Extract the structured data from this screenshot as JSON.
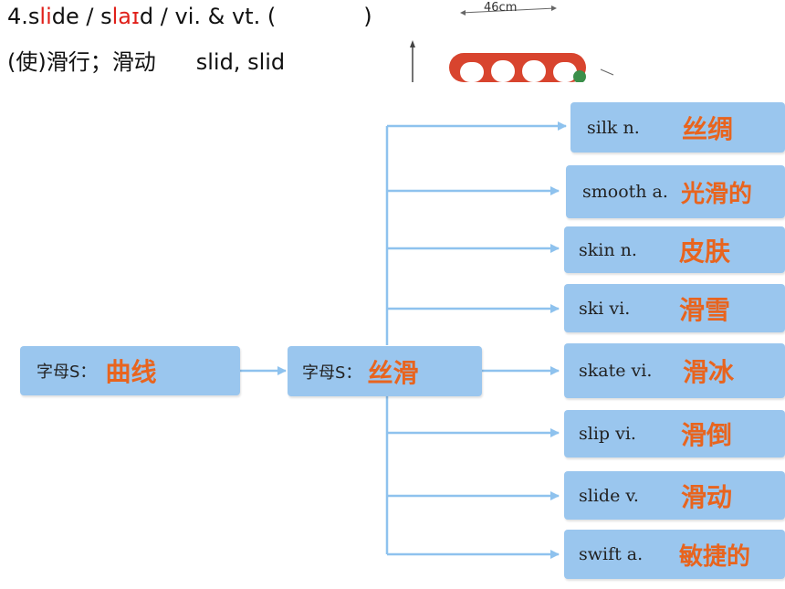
{
  "header": {
    "line1": {
      "prefix": "4.s",
      "word_red_1": "li",
      "word_rest": "de / s",
      "phonetic_red": "laɪ",
      "phonetic_rest": "d / vi. & vt. (",
      "blank_close": ")"
    },
    "line2": {
      "meaning": "(使)滑行；滑动",
      "forms": "slid, slid"
    },
    "picture_label": "46cm"
  },
  "root": {
    "prefix": "字母S：",
    "label": "曲线"
  },
  "mid": {
    "prefix": "字母S：",
    "label": "丝滑"
  },
  "words": [
    {
      "en": "silk n.",
      "zh": "丝绸"
    },
    {
      "en": "smooth a.",
      "zh": "光滑的"
    },
    {
      "en": "skin n.",
      "zh": "皮肤"
    },
    {
      "en": "ski vi.",
      "zh": "滑雪"
    },
    {
      "en": "skate vi.",
      "zh": "滑冰"
    },
    {
      "en": "slip vi.",
      "zh": "滑倒"
    },
    {
      "en": "slide v.",
      "zh": "滑动"
    },
    {
      "en": "swift a.",
      "zh": "敏捷的"
    }
  ],
  "colors": {
    "box": "#9ac6ee",
    "connector": "#8ec2ee",
    "accent": "#e8641e",
    "highlight": "#e0201a"
  }
}
